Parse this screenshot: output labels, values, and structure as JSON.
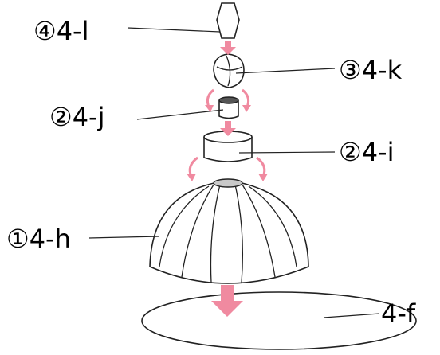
{
  "labels": {
    "top_cap": "④4-l",
    "knob": "③4-k",
    "small_cylinder": "②4-j",
    "large_cylinder": "②4-i",
    "dome": "①4-h",
    "base": "4-f"
  },
  "colors": {
    "arrow": "#f08aa0",
    "dome_top": "#c9c9c9",
    "outline": "#222222"
  }
}
